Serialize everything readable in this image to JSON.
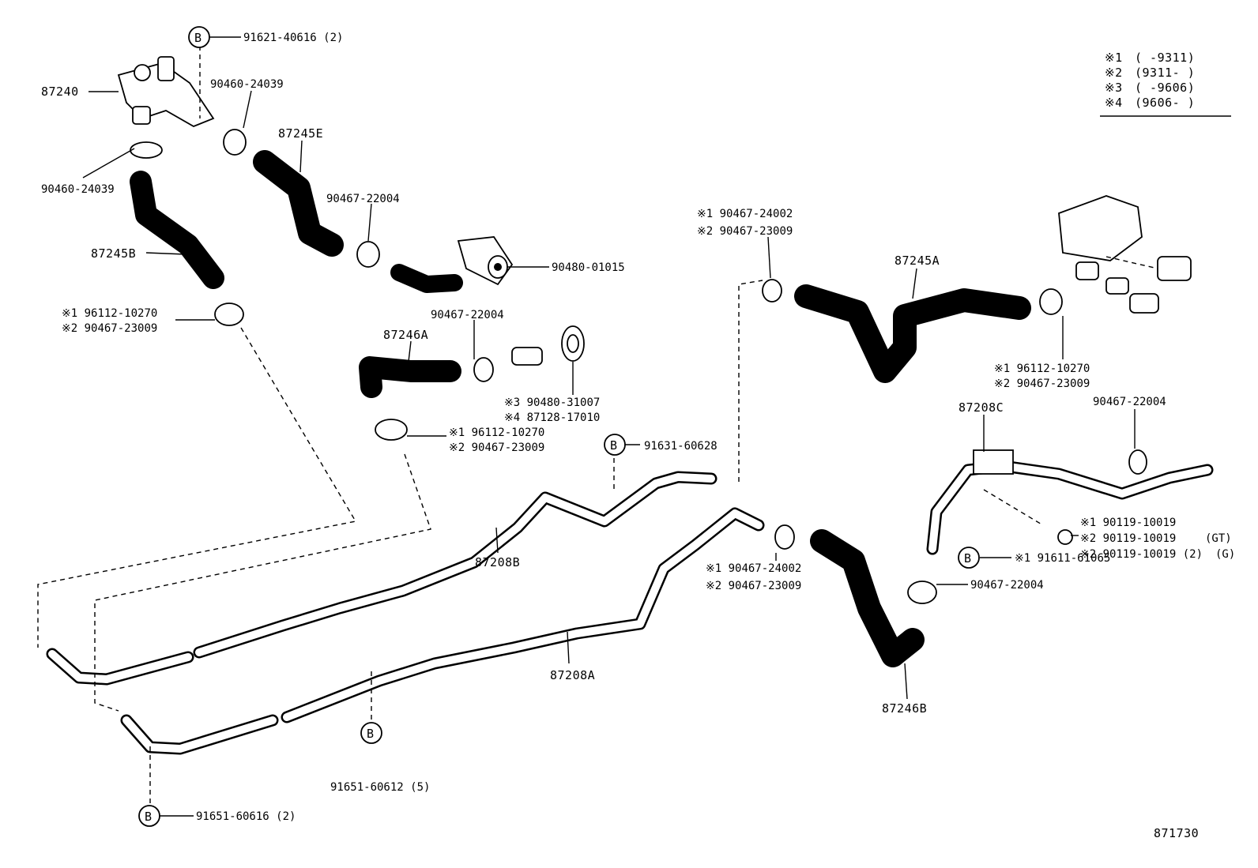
{
  "legend": {
    "items": [
      {
        "mark": "※1",
        "text": "(     -9311)"
      },
      {
        "mark": "※2",
        "text": "(9311-     )"
      },
      {
        "mark": "※3",
        "text": "(     -9606)"
      },
      {
        "mark": "※4",
        "text": "(9606-     )"
      }
    ]
  },
  "callout_letter": "B",
  "parts": {
    "p87240": "87240",
    "p87245E": "87245E",
    "p87245B": "87245B",
    "p87245A": "87245A",
    "p87246A": "87246A",
    "p87246B": "87246B",
    "p87208A": "87208A",
    "p87208B": "87208B",
    "p87208C": "87208C",
    "b_91621": "91621-40616 (2)",
    "clamp_top": "90460-24039",
    "clamp_left": "90460-24039",
    "clamp_e": "90467-22004",
    "plug_top": "90480-01015",
    "clamp_mid": "90467-22004",
    "grom_a": "※3 90480-31007",
    "grom_b": "※4 87128-17010",
    "b_left_1": "※1 96112-10270",
    "b_left_2": "※2 90467-23009",
    "c_246a_1": "※1 96112-10270",
    "c_246a_2": "※2 90467-23009",
    "b_91631": "91631-60628",
    "c_245a_1": "※1 90467-24002",
    "c_245a_2": "※2 90467-23009",
    "c_right_1": "※1 96112-10270",
    "c_right_2": "※2 90467-23009",
    "c_208c": "90467-22004",
    "bolt_1": "※1 90119-10019",
    "bolt_2": "※2 90119-10019",
    "bolt_3": "※2 90119-10019 (2)",
    "bolt_gt": "(GT)",
    "bolt_g": "(G)",
    "b_91611": "※1 91611-61065",
    "c_246b": "90467-22004",
    "c_center_1": "※1  90467-24002",
    "c_center_2": "※2  90467-23009",
    "b_91651_5": "91651-60612 (5)",
    "b_91651_2": "91651-60616 (2)"
  },
  "diagram_id": "871730"
}
